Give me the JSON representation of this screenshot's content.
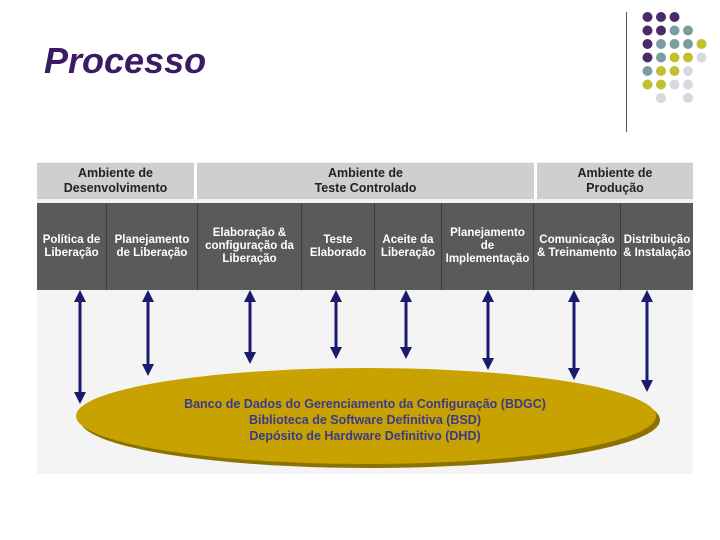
{
  "title": "Processo",
  "environments": [
    {
      "id": "dev",
      "label": "Ambiente de\nDesenvolvimento"
    },
    {
      "id": "test",
      "label": "Ambiente de\nTeste Controlado"
    },
    {
      "id": "prod",
      "label": "Ambiente de\nProdução"
    }
  ],
  "processes": [
    {
      "id": "politica",
      "label": "Política de\nLiberação"
    },
    {
      "id": "planejamento-lib",
      "label": "Planejamento\nde Liberação"
    },
    {
      "id": "elaboracao",
      "label": "Elaboração &\nconfiguração da\nLiberação"
    },
    {
      "id": "teste",
      "label": "Teste\nElaborado"
    },
    {
      "id": "aceite",
      "label": "Aceite da\nLiberação"
    },
    {
      "id": "planejamento-impl",
      "label": "Planejamento\nde\nImplementação"
    },
    {
      "id": "comunicacao",
      "label": "Comunicação\n& Treinamento"
    },
    {
      "id": "distribuicao",
      "label": "Distribuição\n& Instalação"
    }
  ],
  "database": {
    "line1": "Banco de Dados do Gerenciamento da Configuração (BDGC)",
    "line2": "Biblioteca de Software Definitiva (BSD)",
    "line3": "Depósito de Hardware Definitivo (DHD)"
  },
  "colors": {
    "title": "#3b1a66",
    "env_bg": "#cfcfcf",
    "process_bg": "#5a5a5a",
    "ellipse": "#c8a200",
    "arrow": "#1a1a6e",
    "dot_purple": "#4a2a6a",
    "dot_teal": "#7a9ea0",
    "dot_olive": "#c0c030",
    "dot_gray": "#d8d8e0"
  }
}
